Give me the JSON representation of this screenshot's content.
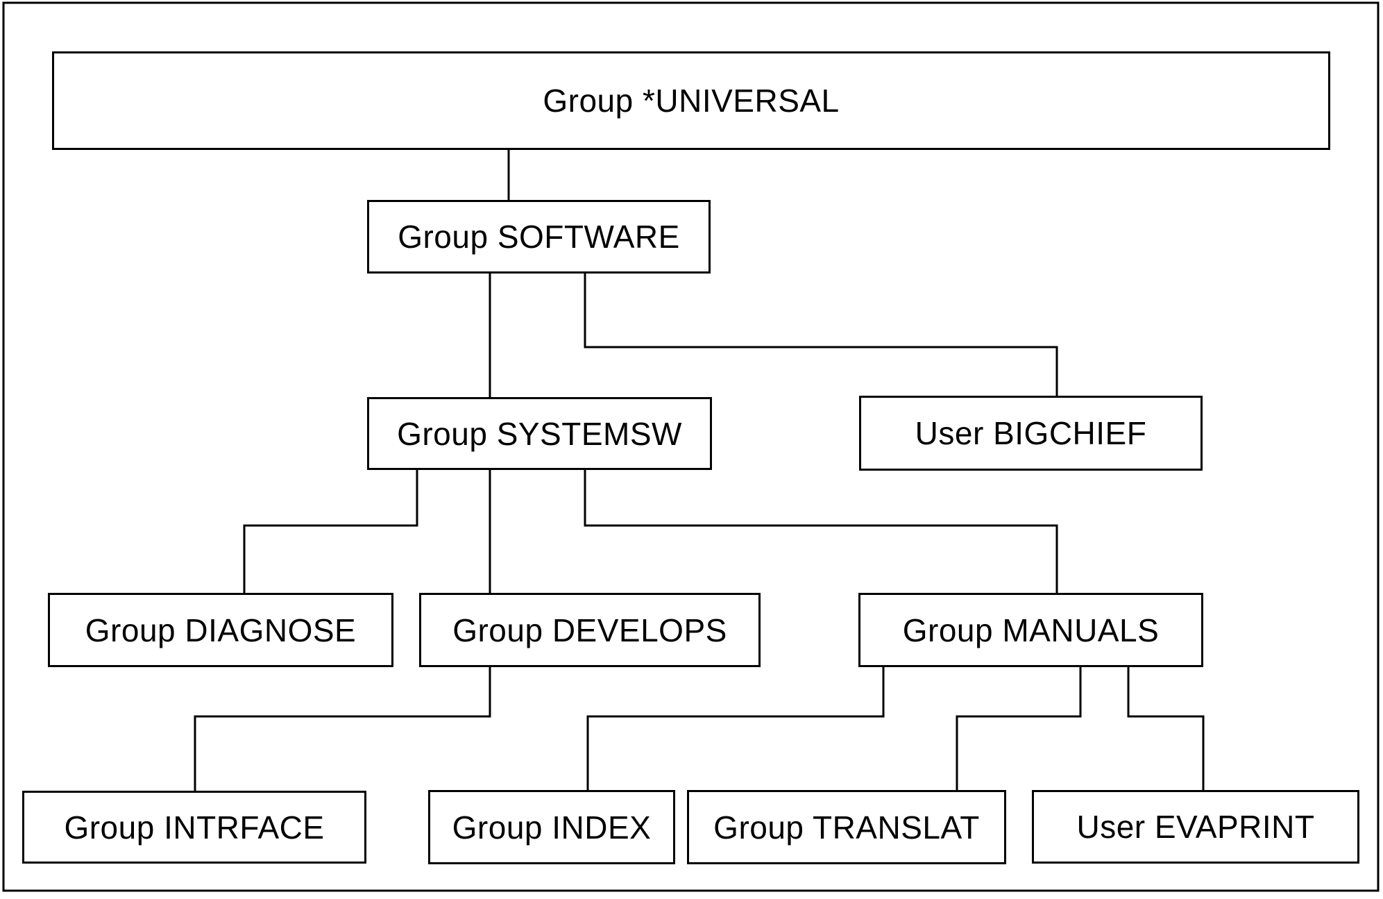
{
  "diagram": {
    "type": "hierarchy-tree",
    "colors": {
      "background": "#ffffff",
      "line": "#000000",
      "text": "#000000",
      "node_fill": "#ffffff"
    },
    "nodes": {
      "universal": {
        "label": "Group *UNIVERSAL",
        "kind": "group",
        "parent": null
      },
      "software": {
        "label": "Group SOFTWARE",
        "kind": "group",
        "parent": "universal"
      },
      "systemsw": {
        "label": "Group SYSTEMSW",
        "kind": "group",
        "parent": "software"
      },
      "bigchief": {
        "label": "User BIGCHIEF",
        "kind": "user",
        "parent": "software"
      },
      "diagnose": {
        "label": "Group DIAGNOSE",
        "kind": "group",
        "parent": "systemsw"
      },
      "develops": {
        "label": "Group DEVELOPS",
        "kind": "group",
        "parent": "systemsw"
      },
      "manuals": {
        "label": "Group MANUALS",
        "kind": "group",
        "parent": "systemsw"
      },
      "intrface": {
        "label": "Group INTRFACE",
        "kind": "group",
        "parent": "develops"
      },
      "index": {
        "label": "Group INDEX",
        "kind": "group",
        "parent": "manuals"
      },
      "translat": {
        "label": "Group TRANSLAT",
        "kind": "group",
        "parent": "manuals"
      },
      "evaprint": {
        "label": "User EVAPRINT",
        "kind": "user",
        "parent": "manuals"
      }
    },
    "edges": [
      [
        "universal",
        "software"
      ],
      [
        "software",
        "systemsw"
      ],
      [
        "software",
        "bigchief"
      ],
      [
        "systemsw",
        "diagnose"
      ],
      [
        "systemsw",
        "develops"
      ],
      [
        "systemsw",
        "manuals"
      ],
      [
        "develops",
        "intrface"
      ],
      [
        "manuals",
        "index"
      ],
      [
        "manuals",
        "translat"
      ],
      [
        "manuals",
        "evaprint"
      ]
    ]
  }
}
